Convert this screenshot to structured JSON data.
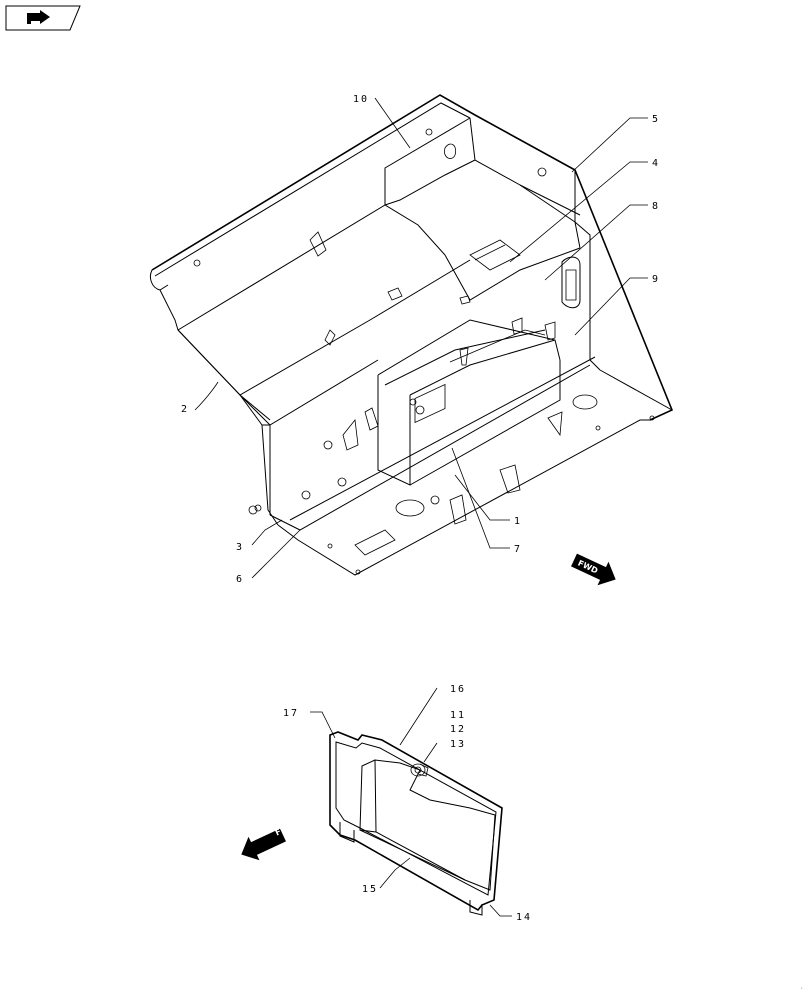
{
  "nav_icon": "return-arrow-icon",
  "upper_assembly": {
    "callouts": [
      "10",
      "5",
      "4",
      "8",
      "9",
      "2",
      "1",
      "3",
      "7",
      "6"
    ],
    "direction_label": "FWD"
  },
  "lower_assembly": {
    "callouts": [
      "16",
      "11",
      "12",
      "13",
      "17",
      "15",
      "14"
    ],
    "direction_label": "FWD"
  }
}
